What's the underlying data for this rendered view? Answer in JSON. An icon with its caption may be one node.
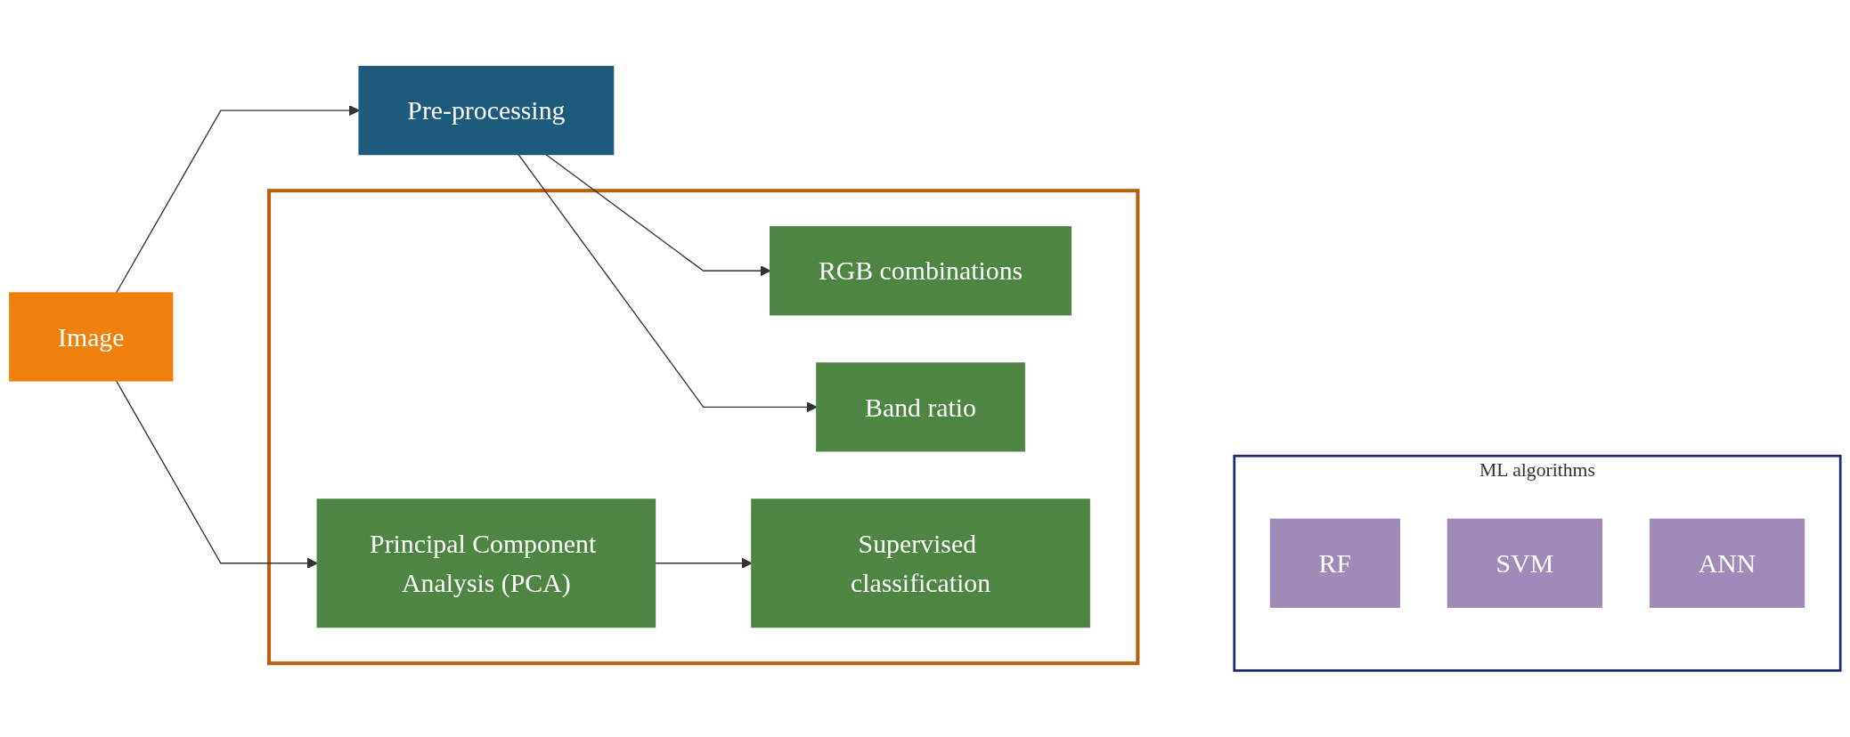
{
  "diagram": {
    "nodes": [
      {
        "text": [
          "Image"
        ]
      },
      {
        "text": [
          "Pre-processing"
        ]
      },
      {
        "text": [],
        "shape": "box"
      },
      {
        "text": [
          "RGB combinations"
        ],
        "in": 2
      },
      {
        "text": [
          "Band ratio"
        ],
        "in": 2
      },
      {
        "text": [
          "Principal Component Analysis (PCA)"
        ],
        "in": 2
      },
      {
        "text": [
          "Supervised classification"
        ],
        "in": 2
      },
      {
        "text": [
          "ML algorithms"
        ]
      },
      {
        "text": [
          "RF"
        ],
        "in": 7
      },
      {
        "text": [
          "SVM"
        ],
        "in": 7
      },
      {
        "text": [
          "ANN"
        ],
        "in": 7
      }
    ],
    "edges": [
      {
        "from": 0,
        "to": 1,
        "arrow": "to"
      },
      {
        "from": 0,
        "to": 5,
        "arrow": "to"
      },
      {
        "from": 1,
        "to": 3,
        "arrow": "to"
      },
      {
        "from": 1,
        "to": 4,
        "arrow": "to"
      },
      {
        "from": 5,
        "to": 6,
        "arrow": "to"
      }
    ]
  }
}
